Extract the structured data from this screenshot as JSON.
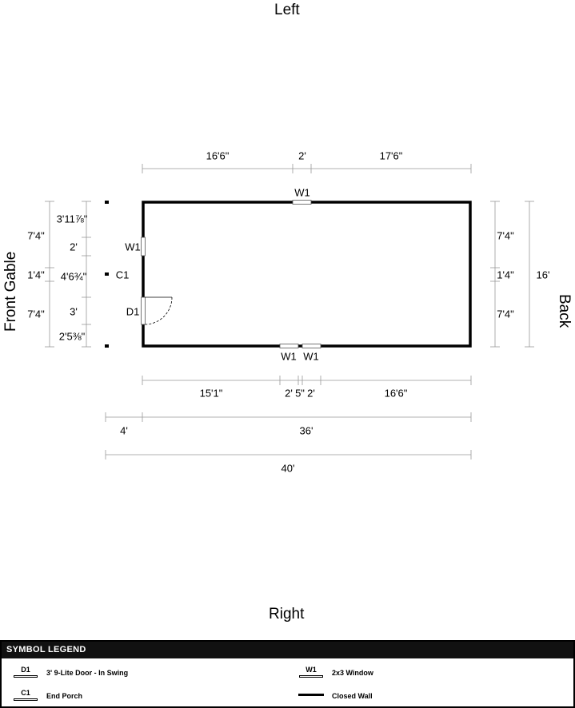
{
  "labels": {
    "left": "Left",
    "right": "Right",
    "front": "Front Gable",
    "back": "Back"
  },
  "dimensions": {
    "top_seg1": "16'6\"",
    "top_seg2": "2'",
    "top_seg3": "17'6\"",
    "bottom_seg1": "15'1\"",
    "bottom_seg2": "2'",
    "bottom_seg3": "5\"",
    "bottom_seg4": "2'",
    "bottom_seg5": "16'6\"",
    "porch_depth": "4'",
    "building_length": "36'",
    "overall_length": "40'",
    "front_outer_1": "7'4\"",
    "front_outer_2": "1'4\"",
    "front_outer_3": "7'4\"",
    "front_inner_1": "3'11⅞\"",
    "front_inner_2": "2'",
    "front_inner_3": "4'6¾\"",
    "front_inner_4": "3'",
    "front_inner_5": "2'5⅜\"",
    "back_1": "7'4\"",
    "back_2": "1'4\"",
    "back_3": "7'4\"",
    "back_total": "16'"
  },
  "openings": {
    "w1_top": "W1",
    "w1_left": "W1",
    "w1_bottom_a": "W1",
    "w1_bottom_b": "W1",
    "d1": "D1",
    "c1": "C1"
  },
  "legend": {
    "title": "SYMBOL LEGEND",
    "items": [
      {
        "code": "D1",
        "label": "3' 9-Lite Door - In Swing"
      },
      {
        "code": "C1",
        "label": "End Porch"
      },
      {
        "code": "W1",
        "label": "2x3 Window"
      },
      {
        "code": "",
        "label": "Closed Wall"
      }
    ]
  }
}
